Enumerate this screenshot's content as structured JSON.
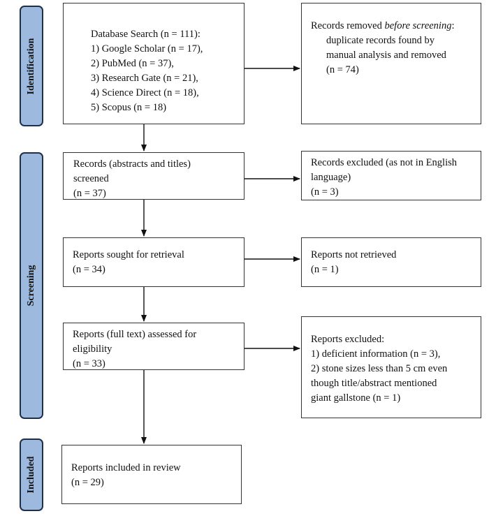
{
  "phases": {
    "identification": "Identification",
    "screening": "Screening",
    "included": "Included"
  },
  "database_search": {
    "lines": [
      "Database Search (n = 111):",
      "1) Google Scholar (n = 17),",
      "2) PubMed (n = 37),",
      "3) Research Gate (n = 21),",
      "4) Science Direct (n = 18),",
      "5) Scopus (n = 18)"
    ]
  },
  "records_removed": {
    "prefix": "Records removed ",
    "emphasis": "before screening",
    "suffix": ":",
    "lines": [
      "duplicate records found by",
      "manual analysis and removed",
      "(n = 74)"
    ]
  },
  "records_screened": {
    "lines": [
      "Records (abstracts and titles)",
      "screened",
      "(n = 37)"
    ]
  },
  "records_excluded": {
    "lines": [
      "Records excluded (as not in English",
      "language)",
      "(n = 3)"
    ]
  },
  "reports_sought": {
    "lines": [
      "Reports sought for retrieval",
      "(n = 34)"
    ]
  },
  "reports_not_retrieved": {
    "lines": [
      "Reports not retrieved",
      "(n = 1)"
    ]
  },
  "reports_assessed": {
    "lines": [
      "Reports (full text) assessed for",
      "eligibility",
      "(n = 33)"
    ]
  },
  "reports_excluded": {
    "lines": [
      "Reports excluded:",
      "1) deficient information (n = 3),",
      "2) stone sizes less than 5 cm even",
      "though title/abstract mentioned",
      "giant gallstone (n = 1)"
    ]
  },
  "reports_included": {
    "lines": [
      "Reports included in review",
      "(n = 29)"
    ]
  }
}
